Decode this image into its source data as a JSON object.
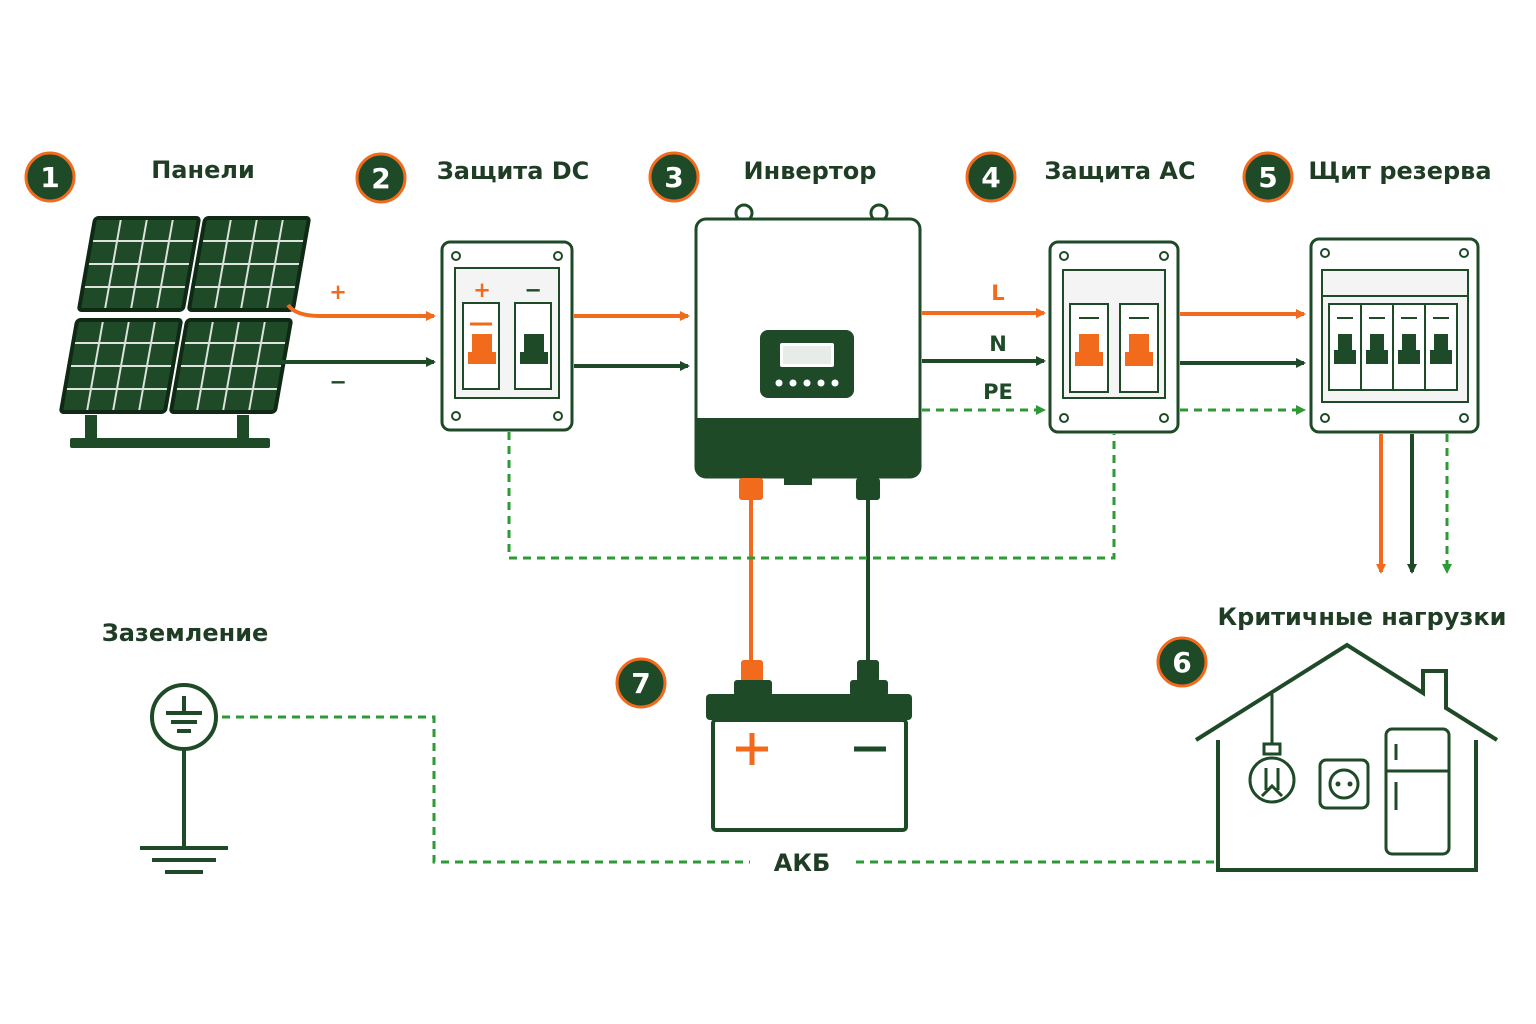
{
  "colors": {
    "dark_green": "#1e4a27",
    "orange": "#f26a1b",
    "ground_green": "#2e9a36",
    "white": "#ffffff"
  },
  "steps": [
    {
      "number": "1",
      "label": "Панели"
    },
    {
      "number": "2",
      "label": "Защита DC"
    },
    {
      "number": "3",
      "label": "Инвертор"
    },
    {
      "number": "4",
      "label": "Защита AC"
    },
    {
      "number": "5",
      "label": "Щит резерва"
    },
    {
      "number": "6",
      "label": "Критичные нагрузки"
    },
    {
      "number": "7",
      "label": "АКБ"
    }
  ],
  "ground_label": "Заземление",
  "dc_polarity": {
    "plus": "+",
    "minus": "−"
  },
  "ac_lines": {
    "line": "L",
    "neutral": "N",
    "earth": "PE"
  },
  "icons": [
    "solar-panel-icon",
    "dc-breaker-icon",
    "inverter-icon",
    "ac-breaker-icon",
    "distribution-board-icon",
    "house-icon",
    "lightbulb-icon",
    "socket-icon",
    "fridge-icon",
    "battery-icon",
    "ground-icon"
  ]
}
